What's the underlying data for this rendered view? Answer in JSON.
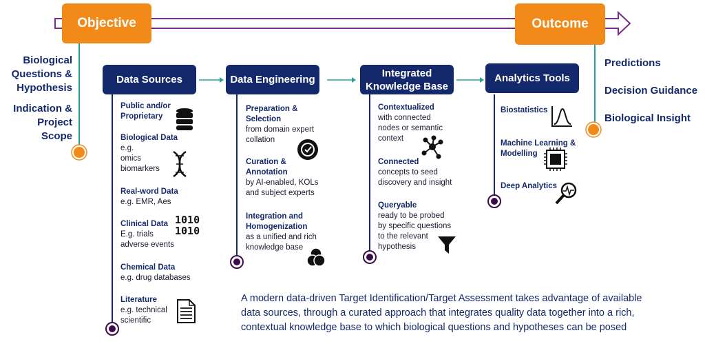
{
  "objective": "Objective",
  "outcome": "Outcome",
  "left_labels": [
    "Biological",
    "Questions &",
    "Hypothesis",
    "Indication &",
    "Project Scope"
  ],
  "right_labels": [
    "Predictions",
    "Decision Guidance",
    "Biological Insight"
  ],
  "stages": [
    {
      "title": "Data Sources"
    },
    {
      "title": "Data Engineering"
    },
    {
      "title_lines": [
        "Integrated",
        "Knowledge Base"
      ]
    },
    {
      "title": "Analytics Tools"
    }
  ],
  "data_sources": [
    {
      "title": "Public and/or",
      "title2": "Proprietary",
      "icon": "database-icon"
    },
    {
      "title": "Biological Data",
      "lines": [
        "e.g.",
        "omics",
        "biomarkers"
      ],
      "icon": "dna-icon"
    },
    {
      "title": "Real-word Data",
      "lines": [
        "e.g. EMR, Aes"
      ]
    },
    {
      "title": "Clinical Data",
      "lines": [
        "E.g. trials",
        "adverse events"
      ],
      "icon": "binary-icon",
      "icon_text": [
        "1010",
        "1010"
      ]
    },
    {
      "title": "Chemical Data",
      "lines": [
        "e.g. drug databases"
      ]
    },
    {
      "title": "Literature",
      "lines": [
        "e.g. technical",
        "scientific"
      ],
      "icon": "document-icon"
    }
  ],
  "data_engineering": [
    {
      "title": "Preparation &",
      "title2": "Selection",
      "lines": [
        "from domain expert",
        "collation"
      ],
      "icon": "check-badge-icon"
    },
    {
      "title": "Curation &",
      "title2": "Annotation",
      "lines": [
        "by AI-enabled, KOLs",
        "and subject experts"
      ]
    },
    {
      "title": "Integration and",
      "title2": "Homogenization",
      "lines": [
        "as a unified and rich",
        "knowledge base"
      ],
      "icon": "venn-icon"
    }
  ],
  "knowledge_base": [
    {
      "title": "Contextualized",
      "lines": [
        "with connected",
        "nodes or semantic",
        "context"
      ],
      "icon": "network-icon"
    },
    {
      "title": "Connected",
      "lines": [
        "concepts to seed",
        "discovery and insight"
      ]
    },
    {
      "title": "Queryable",
      "lines": [
        "ready to be probed",
        "by specific questions",
        "to the relevant",
        "hypothesis"
      ],
      "icon": "filter-icon"
    }
  ],
  "analytics": [
    {
      "title": "Biostatistics",
      "icon": "distribution-chart-icon"
    },
    {
      "title": "Machine Learning &",
      "title2": "Modelling",
      "icon": "chip-icon"
    },
    {
      "title": "Deep Analytics",
      "icon": "magnifier-pulse-icon"
    }
  ],
  "note_lines": [
    "A modern data-driven Target Identification/Target Assessment takes advantage of available",
    "data sources, through a curated approach that integrates quality data together into a rich,",
    "contextual knowledge base to which biological questions and hypotheses can be posed"
  ],
  "colors": {
    "orange": "#f28a1a",
    "navy": "#14296b",
    "purple": "#7a2a8c",
    "teal": "#2aa198",
    "dark_purple": "#3a0a4a"
  }
}
